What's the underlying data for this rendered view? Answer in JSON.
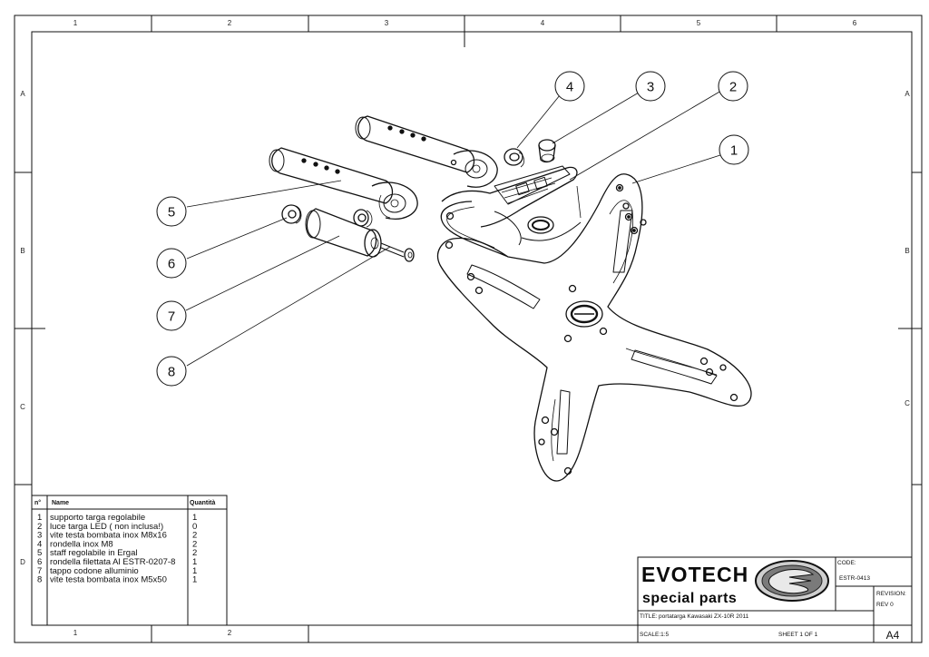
{
  "zones": {
    "columns": [
      "1",
      "2",
      "3",
      "4",
      "5",
      "6"
    ],
    "rows": [
      "A",
      "B",
      "C",
      "D"
    ],
    "bottom_columns": [
      "1",
      "2"
    ]
  },
  "balloons": [
    "1",
    "2",
    "3",
    "4",
    "5",
    "6",
    "7",
    "8"
  ],
  "bom": {
    "headers": {
      "number": "n°",
      "name": "Name",
      "qty": "Quantità"
    },
    "rows": [
      {
        "n": "1",
        "name": "supporto targa regolabile",
        "qty": "1"
      },
      {
        "n": "2",
        "name": "luce targa LED ( non inclusa!)",
        "qty": "0"
      },
      {
        "n": "3",
        "name": "vite testa bombata inox M8x16",
        "qty": "2"
      },
      {
        "n": "4",
        "name": "rondella inox M8",
        "qty": "2"
      },
      {
        "n": "5",
        "name": "staff regolabile in Ergal",
        "qty": "2"
      },
      {
        "n": "6",
        "name": "rondella filettata Al ESTR-0207-8",
        "qty": "1"
      },
      {
        "n": "7",
        "name": "tappo codone alluminio",
        "qty": "1"
      },
      {
        "n": "8",
        "name": "vite testa bombata inox M5x50",
        "qty": "1"
      }
    ]
  },
  "title_block": {
    "brand_name": "EVOTECH",
    "brand_tagline": "special parts",
    "code_label": "CODE:",
    "code_value": "ESTR-0413",
    "revision_label": "REVISION:",
    "revision_value": "REV 0",
    "title_label": "TITLE:",
    "title_value": "portatarga Kawasaki ZX-10R 2011",
    "scale_text": "SCALE:1:5",
    "sheet_text": "SHEET 1 OF 1",
    "paper_size": "A4"
  }
}
